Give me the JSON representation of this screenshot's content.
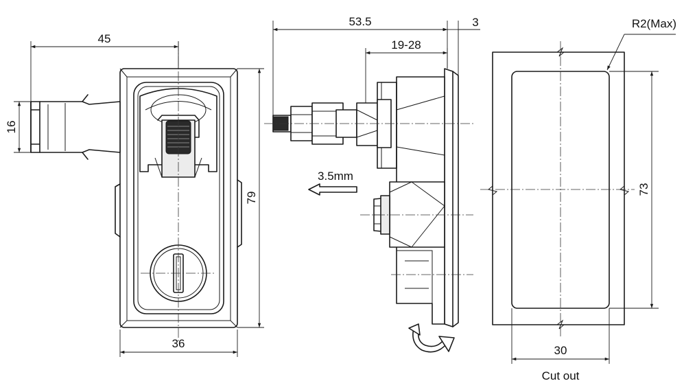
{
  "dimensions": {
    "handle_reach": "45",
    "handle_width": "16",
    "body_width": "36",
    "body_height": "79",
    "depth_total": "53.5",
    "flange_thickness": "3",
    "panel_range": "19-28",
    "travel": "3.5mm",
    "cutout_corner_radius": "R2(Max)",
    "cutout_height": "73",
    "cutout_width": "30"
  },
  "labels": {
    "cutout_caption": "Cut out"
  }
}
